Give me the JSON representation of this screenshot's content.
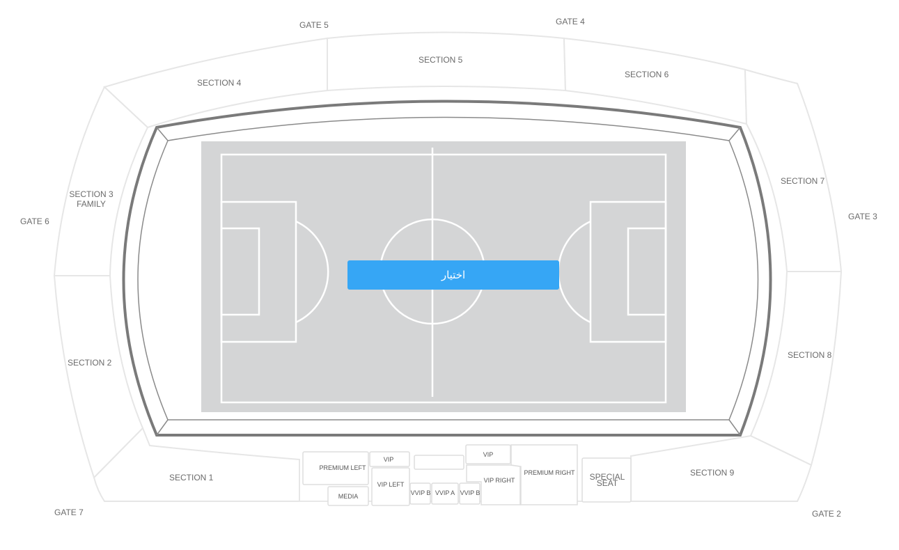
{
  "gates": {
    "gate1_label": "GATE 5",
    "gate2_label": "GATE 4",
    "gate3_label": "GATE 3",
    "gate4_label": "GATE 2",
    "gate5_label": "GATE 7",
    "gate6_label": "GATE 6"
  },
  "sections": {
    "s1": "SECTION 1",
    "s2": "SECTION 2",
    "s3_line1": "SECTION 3",
    "s3_line2": "FAMILY",
    "s4": "SECTION 4",
    "s5": "SECTION 5",
    "s6": "SECTION 6",
    "s7": "SECTION 7",
    "s8": "SECTION 8",
    "s9": "SECTION 9"
  },
  "boxes": {
    "premium_left": "PREMIUM LEFT",
    "media": "MEDIA",
    "vip_top_left": "VIP",
    "vip_left": "VIP LEFT",
    "vvip_b_left": "VVIP B",
    "vvip_a": "VVIP A",
    "vvip_b_right": "VVIP B",
    "vip_top_right": "VIP",
    "vip_right": "VIP RIGHT",
    "premium_right": "PREMIUM RIGHT",
    "special_line1": "SPECIAL",
    "special_line2": "SEAT"
  },
  "select_button": "اختيار",
  "colors": {
    "pitch": "#d4d5d6",
    "button": "#36a6f5",
    "ring": "#777777"
  }
}
